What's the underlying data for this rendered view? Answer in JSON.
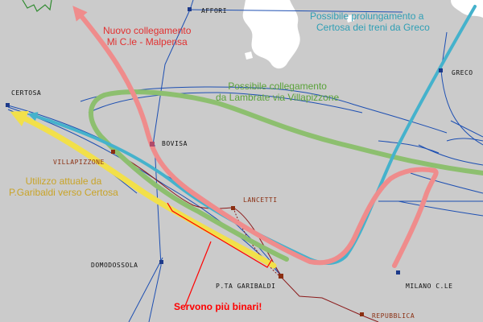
{
  "map": {
    "stations": {
      "affori": "AFFORI",
      "certosa": "CERTOSA",
      "greco": "GRECO",
      "bovisa": "BOVISA",
      "villapizzone": "VILLAPIZZONE",
      "lancetti": "LANCETTI",
      "domodossola": "DOMODOSSOLA",
      "garibaldi": "P.TA GARIBALDI",
      "milano_centrale": "MILANO C.LE",
      "repubblica": "REPUBBLICA"
    },
    "annotations": {
      "malpensa": [
        "Nuovo collegamento",
        "Mi C.le - Malpensa"
      ],
      "greco_extension": [
        "Possibile prolungamento a",
        "Certosa dei treni da Greco"
      ],
      "lambrate": [
        "Possibile collegamento",
        "da Lambrate via Villapizzone"
      ],
      "current_use": [
        "Utilizzo attuale da",
        "P.Garibaldi verso Certosa"
      ],
      "more_tracks": "Servono più binari!"
    },
    "colors": {
      "background": "#cbcbcb",
      "water": "#ffffff",
      "railway": "#1d4fb2",
      "green_route": "#8dbf6f",
      "red_route": "#ef8c8c",
      "cyan_route": "#45b2cc",
      "yellow_route": "#f2e04a",
      "red_text": "#e23030",
      "cyan_text": "#2f9fb5",
      "green_text": "#5aa23a",
      "yellow_text": "#c9a428",
      "highlight_red": "#ff0000",
      "brown_line": "#8b1a1a"
    },
    "icons": {
      "stations": "square-station-marker",
      "routes": "arrow-head"
    }
  }
}
